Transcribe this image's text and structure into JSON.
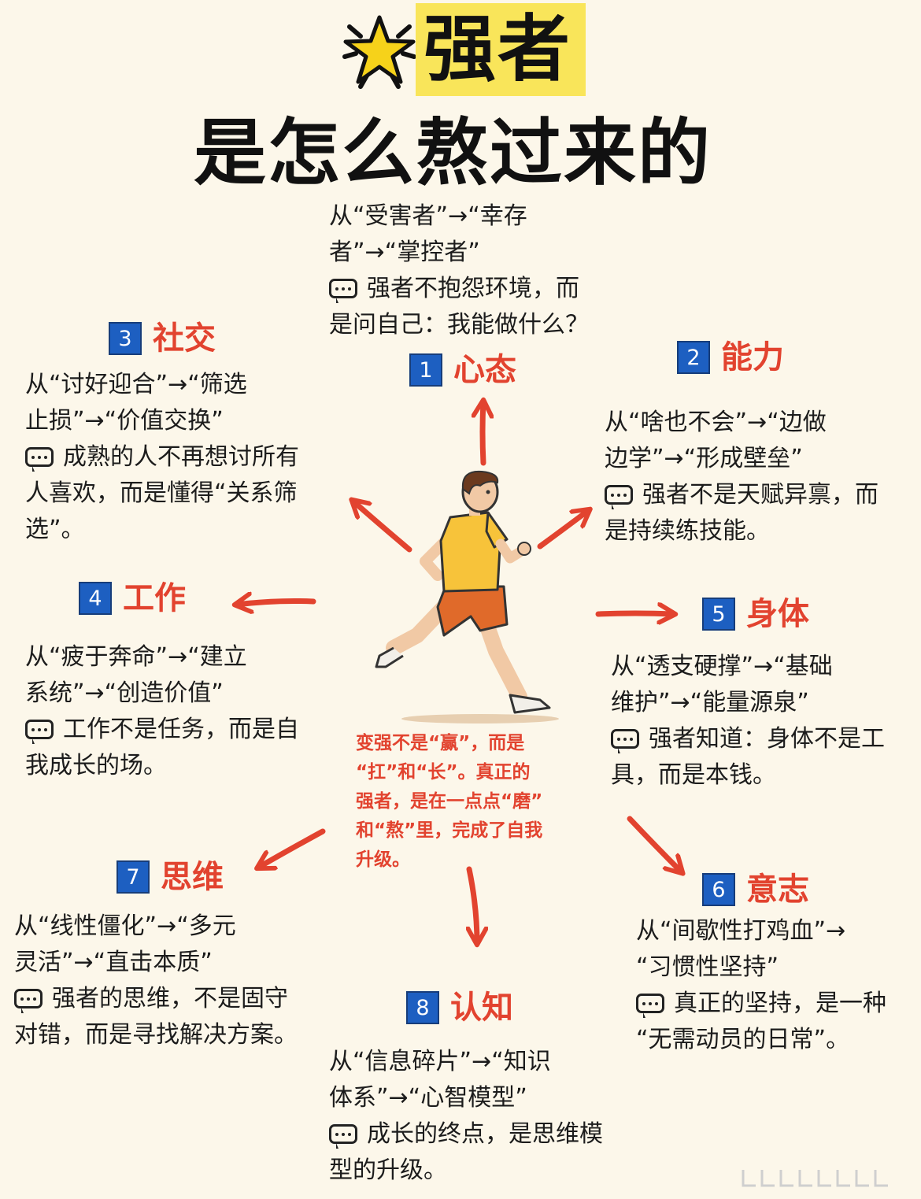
{
  "title": {
    "line1": "强者",
    "line2": "是怎么熬过来的"
  },
  "sections": [
    {
      "num": "1",
      "label": "心态",
      "lines": [
        "从“受害者”→“幸存",
        "者”→“掌控者”"
      ],
      "comment": [
        "强者不抱怨环境，而",
        "是问自己：我能做什么？"
      ]
    },
    {
      "num": "2",
      "label": "能力",
      "lines": [
        "从“啥也不会”→“边做",
        "边学”→“形成壁垒”"
      ],
      "comment": [
        "强者不是天赋异禀，而",
        "是持续练技能。"
      ]
    },
    {
      "num": "3",
      "label": "社交",
      "lines": [
        "从“讨好迎合”→“筛选",
        "止损”→“价值交换”"
      ],
      "comment": [
        "成熟的人不再想讨所有",
        "人喜欢，而是懂得“关系筛",
        "选”。"
      ]
    },
    {
      "num": "4",
      "label": "工作",
      "lines": [
        "从“疲于奔命”→“建立",
        "系统”→“创造价值”"
      ],
      "comment": [
        "工作不是任务，而是自",
        "我成长的场。"
      ]
    },
    {
      "num": "5",
      "label": "身体",
      "lines": [
        "从“透支硬撑”→“基础",
        "维护”→“能量源泉”"
      ],
      "comment": [
        "强者知道：身体不是工",
        "具，而是本钱。"
      ]
    },
    {
      "num": "6",
      "label": "意志",
      "lines": [
        "从“间歇性打鸡血”→",
        "“习惯性坚持”"
      ],
      "comment": [
        "真正的坚持，是一种",
        "“无需动员的日常”。"
      ]
    },
    {
      "num": "7",
      "label": "思维",
      "lines": [
        "从“线性僵化”→“多元",
        "灵活”→“直击本质”"
      ],
      "comment": [
        "强者的思维，不是固守",
        "对错，而是寻找解决方案。"
      ]
    },
    {
      "num": "8",
      "label": "认知",
      "lines": [
        "从“信息碎片”→“知识",
        "体系”→“心智模型”"
      ],
      "comment": [
        "成长的终点，是思维模",
        "型的升级。"
      ]
    }
  ],
  "center_note": [
    "变强不是“赢”，而是",
    "“扛”和“长”。真正的",
    "强者，是在一点点“磨”",
    "和“熬”里，完成了自我",
    "升级。"
  ],
  "colors": {
    "accent_red": "#e2432f",
    "badge_blue": "#1d5fc1",
    "highlight_yellow": "#f9e55a",
    "background": "#fcf7ea"
  },
  "icons": [
    "star-icon",
    "speech-bubble-icon",
    "runner-illustration",
    "arrow-icon"
  ]
}
